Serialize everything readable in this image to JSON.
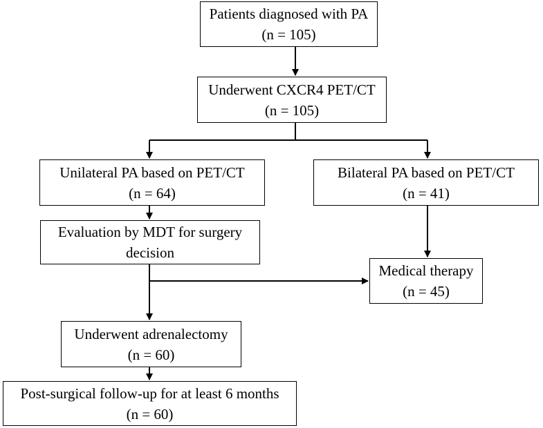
{
  "flowchart": {
    "nodes": [
      {
        "id": "b1",
        "name": "diagnosed-box",
        "lines": [
          "Patients diagnosed with PA",
          "(n = 105)"
        ]
      },
      {
        "id": "b2",
        "name": "pet-ct-box",
        "lines": [
          "Underwent CXCR4 PET/CT",
          "(n = 105)"
        ]
      },
      {
        "id": "b3",
        "name": "unilateral-box",
        "lines": [
          "Unilateral PA based on PET/CT",
          "(n = 64)"
        ]
      },
      {
        "id": "b4",
        "name": "bilateral-box",
        "lines": [
          "Bilateral PA based on PET/CT",
          "(n = 41)"
        ]
      },
      {
        "id": "b5",
        "name": "mdt-box",
        "lines": [
          "Evaluation by MDT for surgery",
          "decision"
        ]
      },
      {
        "id": "b6",
        "name": "medical-therapy-box",
        "lines": [
          "Medical therapy",
          "(n = 45)"
        ]
      },
      {
        "id": "b7",
        "name": "adrenalectomy-box",
        "lines": [
          "Underwent adrenalectomy",
          "(n = 60)"
        ]
      },
      {
        "id": "b8",
        "name": "follow-up-box",
        "lines": [
          "Post-surgical follow-up for at least 6 months",
          "(n = 60)"
        ]
      }
    ],
    "edges": [
      {
        "from": "b1",
        "to": "b2"
      },
      {
        "from": "b2",
        "to": "b3"
      },
      {
        "from": "b2",
        "to": "b4"
      },
      {
        "from": "b3",
        "to": "b5"
      },
      {
        "from": "b4",
        "to": "b6"
      },
      {
        "from": "b5",
        "to": "b6"
      },
      {
        "from": "b5",
        "to": "b7"
      },
      {
        "from": "b7",
        "to": "b8"
      }
    ]
  }
}
